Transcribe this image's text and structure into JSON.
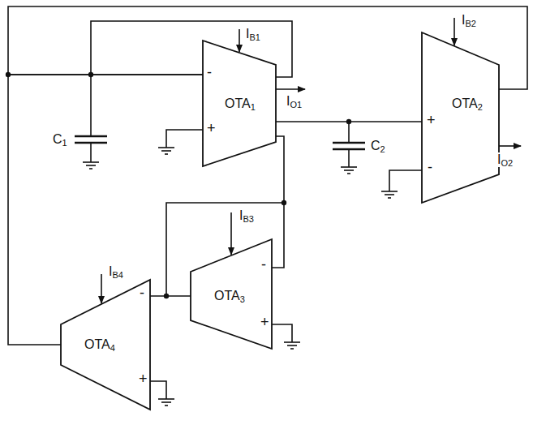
{
  "diagram": {
    "nodes": [
      {
        "text": [
          "OTA1"
        ]
      },
      {
        "text": [
          "OTA2"
        ]
      },
      {
        "text": [
          "OTA4"
        ]
      },
      {
        "text": [
          "OTA3"
        ]
      }
    ],
    "edges": [
      {
        "from": 0,
        "to": 1,
        "arrow": "none"
      },
      {
        "from": 1,
        "to": 0,
        "arrow": "none"
      },
      {
        "from": 2,
        "to": 0,
        "arrow": "none"
      },
      {
        "from": 0,
        "to": 3,
        "arrow": "none"
      },
      {
        "from": 3,
        "to": 2,
        "arrow": "none"
      }
    ],
    "labels": [
      "IB1",
      "-",
      "+",
      "C1",
      "IO1",
      "C2",
      "IB2",
      "+",
      "-",
      "IO2",
      "IB4",
      "IB3",
      "-",
      "+",
      "-",
      "+"
    ]
  }
}
